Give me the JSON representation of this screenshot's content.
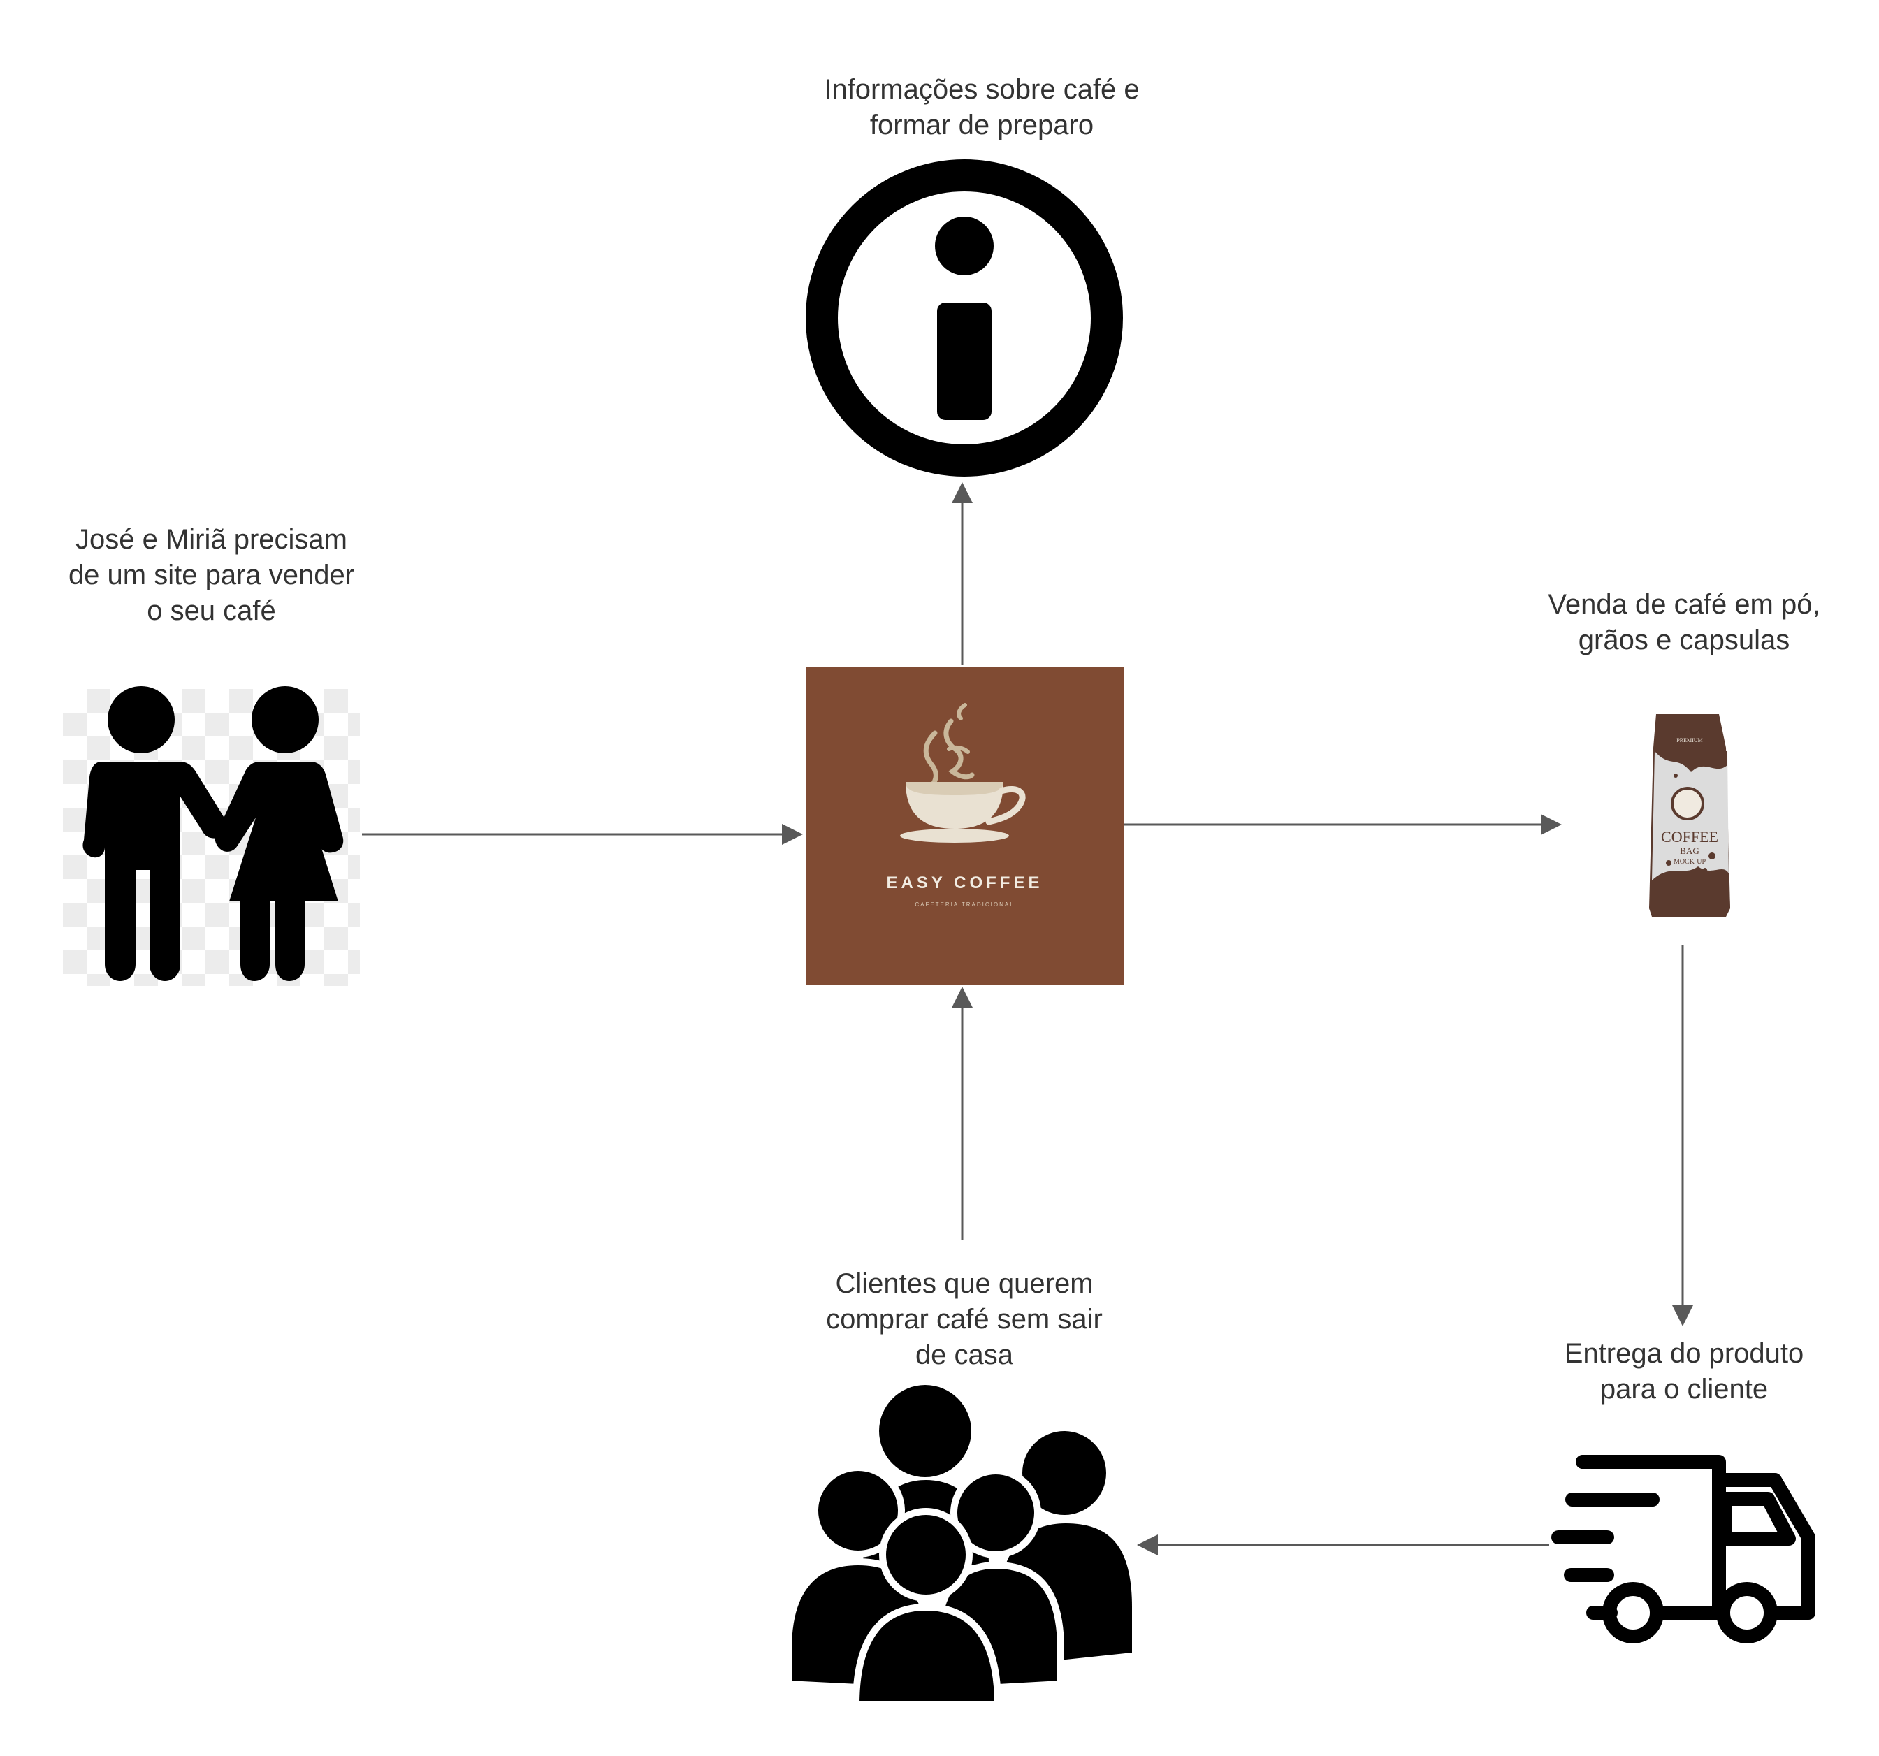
{
  "nodes": {
    "info": {
      "label_lines": [
        "Informações sobre café e",
        "formar de preparo"
      ],
      "icon": "info-icon"
    },
    "owners": {
      "label_lines": [
        "José e Miriã precisam",
        "de um site para vender",
        "o seu café"
      ],
      "icon": "couple-icon"
    },
    "center": {
      "brand": "EASY COFFEE",
      "tagline": "CAFETERIA TRADICIONAL",
      "icon": "coffee-cup-icon",
      "background_color": "#804b33"
    },
    "products": {
      "label_lines": [
        "Venda de café em pó,",
        "grãos e capsulas"
      ],
      "icon": "coffee-bag-icon",
      "bag_text": {
        "top": "PREMIUM",
        "main": "COFFEE",
        "sub": "BAG",
        "tag": "MOCK-UP"
      }
    },
    "customers": {
      "label_lines": [
        "Clientes que querem",
        "comprar café sem sair",
        "de casa"
      ],
      "icon": "group-icon"
    },
    "delivery": {
      "label_lines": [
        "Entrega do produto",
        "para o cliente"
      ],
      "icon": "delivery-truck-icon"
    }
  },
  "edges": [
    {
      "from": "owners",
      "to": "center"
    },
    {
      "from": "center",
      "to": "info"
    },
    {
      "from": "center",
      "to": "products"
    },
    {
      "from": "products",
      "to": "delivery"
    },
    {
      "from": "delivery",
      "to": "customers"
    },
    {
      "from": "customers",
      "to": "center"
    }
  ],
  "colors": {
    "arrow": "#595959",
    "icon": "#000000",
    "text": "#333333"
  }
}
